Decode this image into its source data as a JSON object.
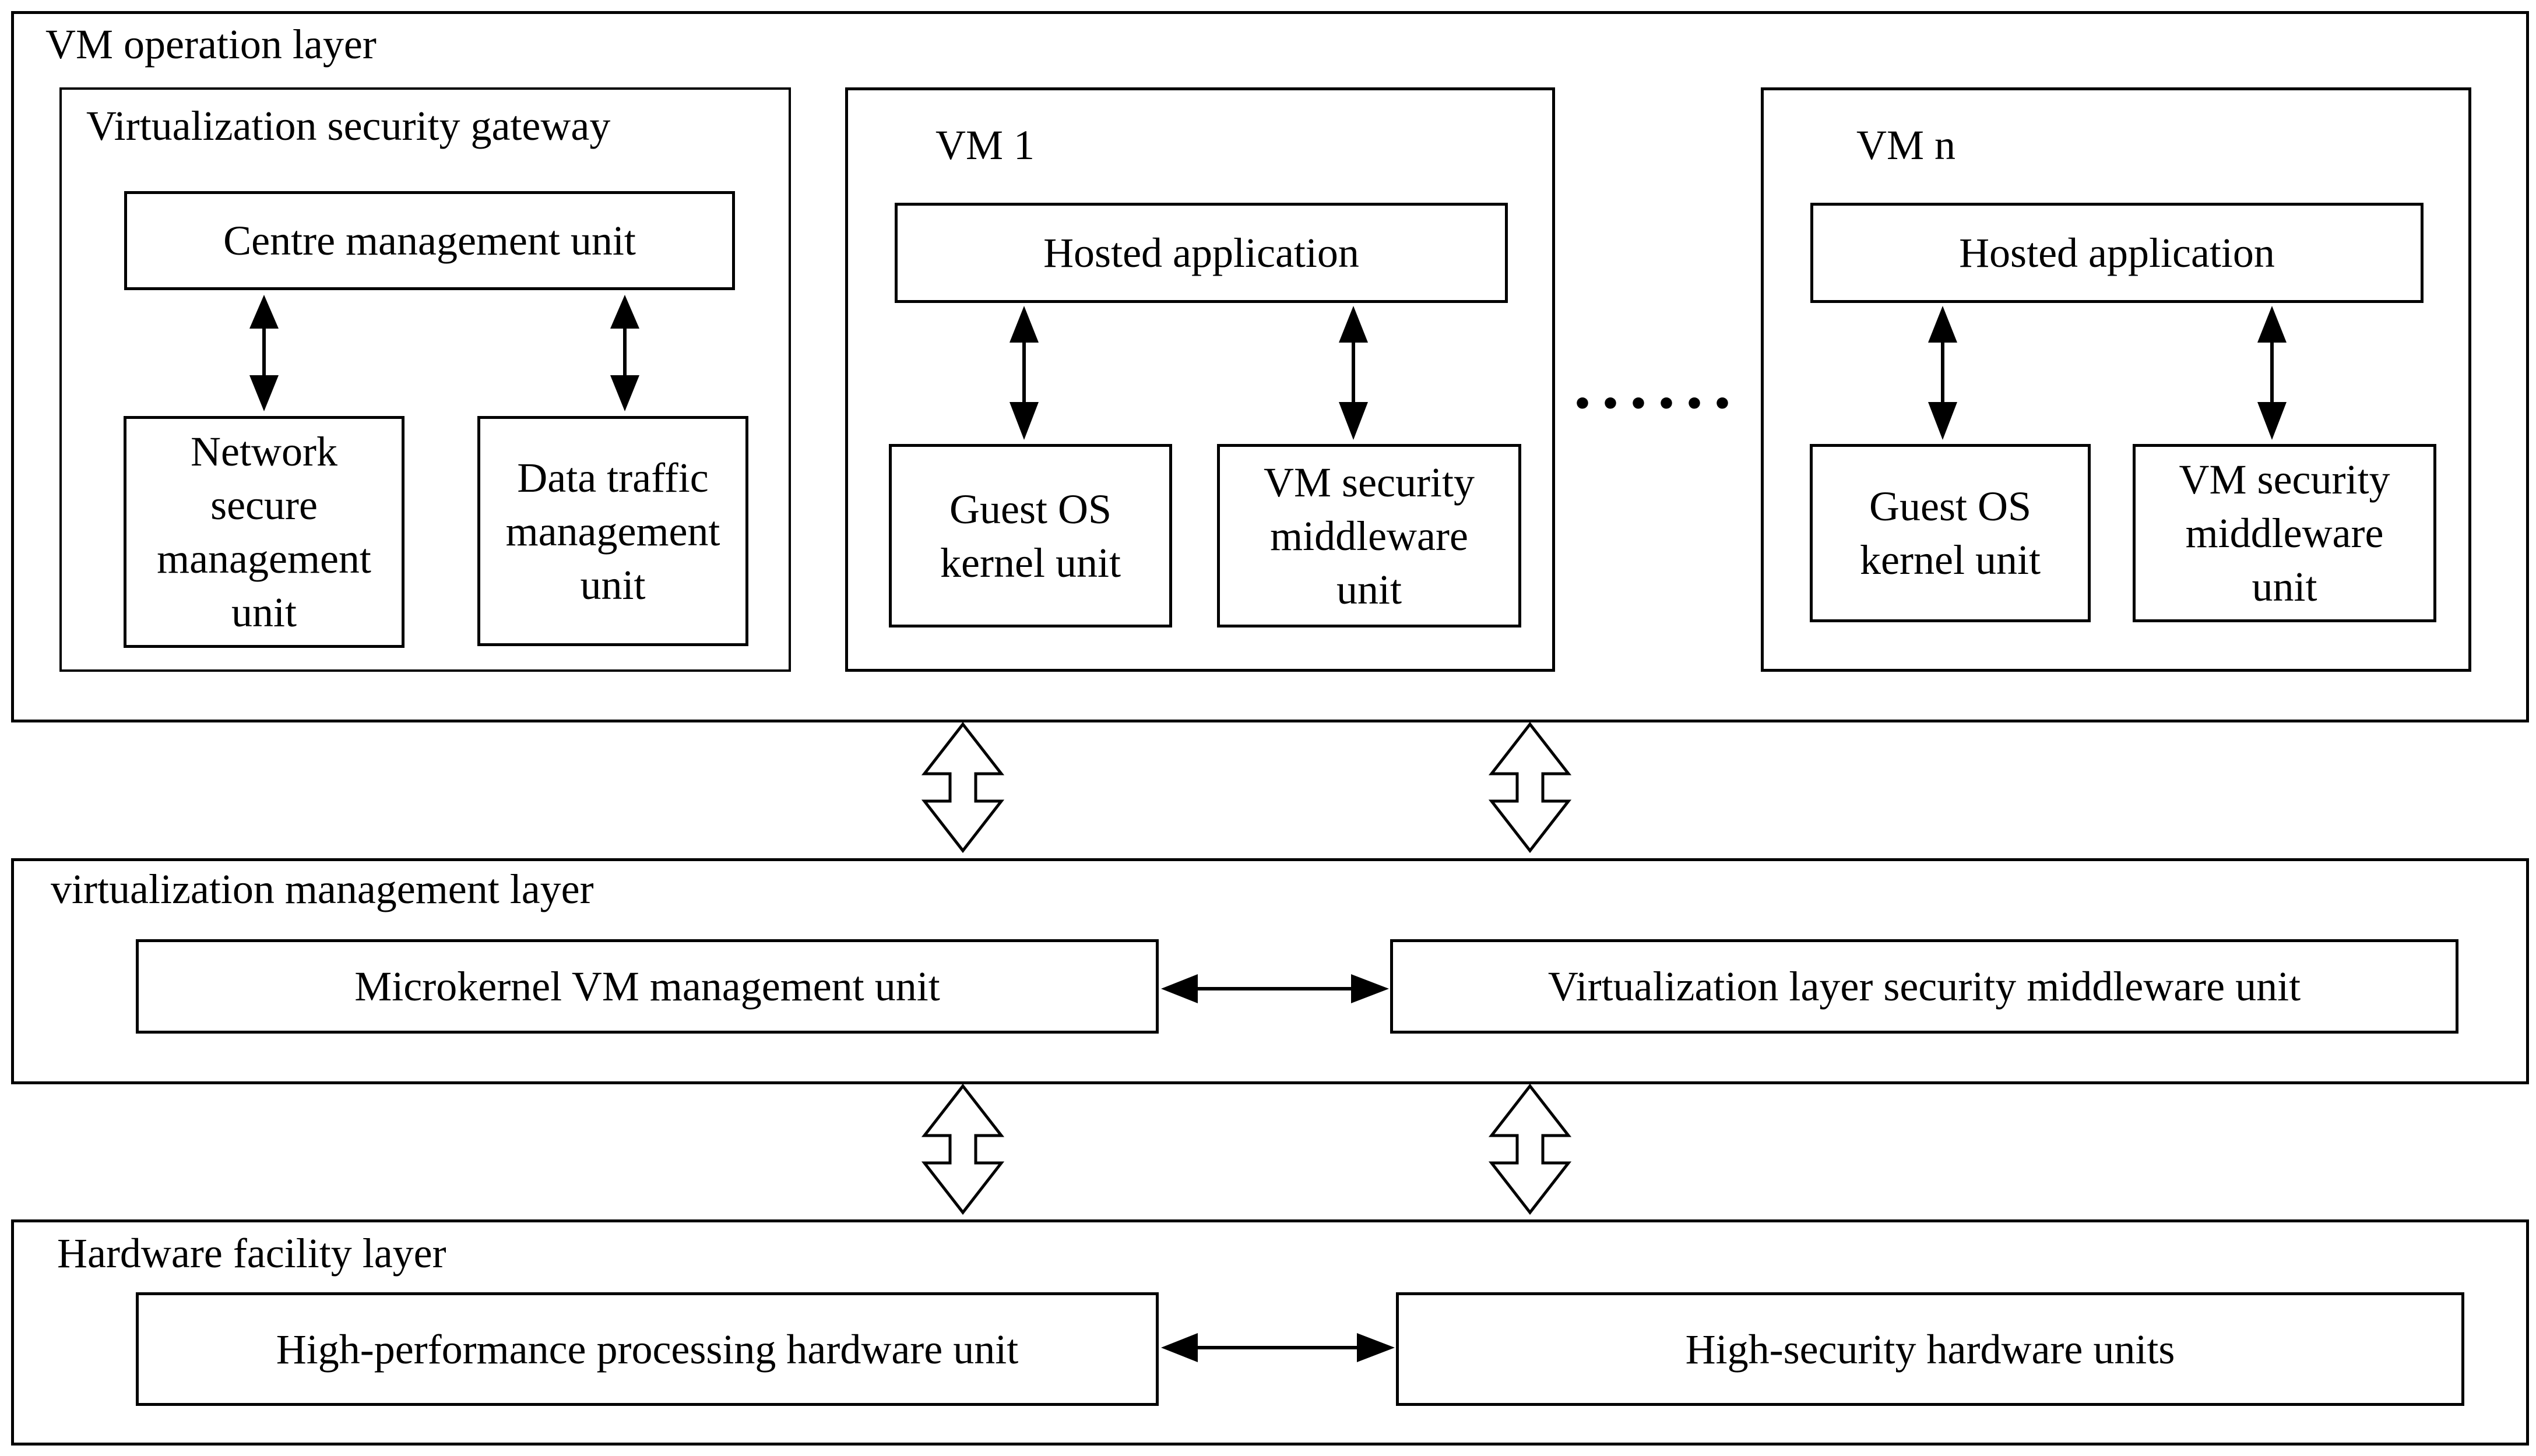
{
  "vm_operation_layer": {
    "title": "VM operation layer",
    "gateway": {
      "title": "Virtualization security gateway",
      "centre_unit": "Centre management unit",
      "network_unit": "Network\nsecure\nmanagement\nunit",
      "data_traffic_unit": "Data traffic\nmanagement\nunit"
    },
    "vm1": {
      "title": "VM 1",
      "hosted_app": "Hosted application",
      "guest_os": "Guest OS\nkernel unit",
      "vm_security": "VM security\nmiddleware\nunit"
    },
    "ellipsis": "......",
    "vmn": {
      "title": "VM n",
      "hosted_app": "Hosted application",
      "guest_os": "Guest OS\nkernel unit",
      "vm_security": "VM security\nmiddleware\nunit"
    }
  },
  "virtualization_management_layer": {
    "title": "virtualization management layer",
    "microkernel_unit": "Microkernel VM management unit",
    "security_middleware_unit": "Virtualization layer security middleware unit"
  },
  "hardware_facility_layer": {
    "title": "Hardware facility layer",
    "processing_unit": "High-performance processing hardware unit",
    "security_unit": "High-security hardware units"
  }
}
